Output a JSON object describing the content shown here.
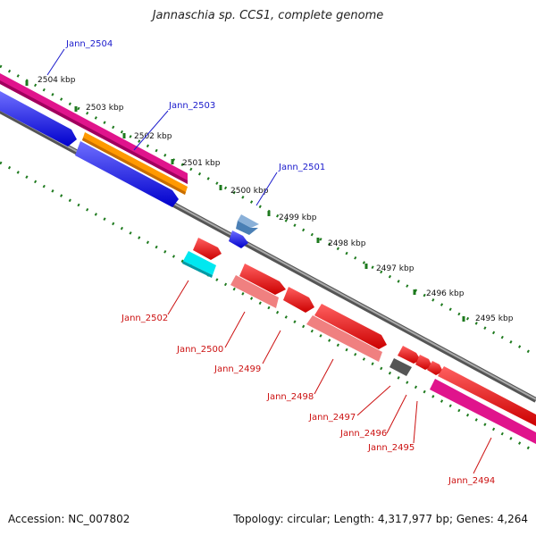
{
  "title": "Jannaschia sp. CCS1, complete genome",
  "footer": {
    "accession": "Accession: NC_007802",
    "summary": "Topology: circular; Length: 4,317,977 bp; Genes: 4,264"
  },
  "colors": {
    "forward_label": "#1a1acc",
    "reverse_label": "#cc1111",
    "tick": "#1e7a1e",
    "backbone": "#888888"
  },
  "kbp_labels": [
    "2504 kbp",
    "2503 kbp",
    "2502 kbp",
    "2501 kbp",
    "2500 kbp",
    "2499 kbp",
    "2498 kbp",
    "2497 kbp",
    "2496 kbp",
    "2495 kbp"
  ],
  "forward_genes": [
    "Jann_2504",
    "Jann_2503",
    "Jann_2501"
  ],
  "reverse_genes": [
    "Jann_2502",
    "Jann_2500",
    "Jann_2499",
    "Jann_2498",
    "Jann_2497",
    "Jann_2496",
    "Jann_2495",
    "Jann_2494"
  ]
}
